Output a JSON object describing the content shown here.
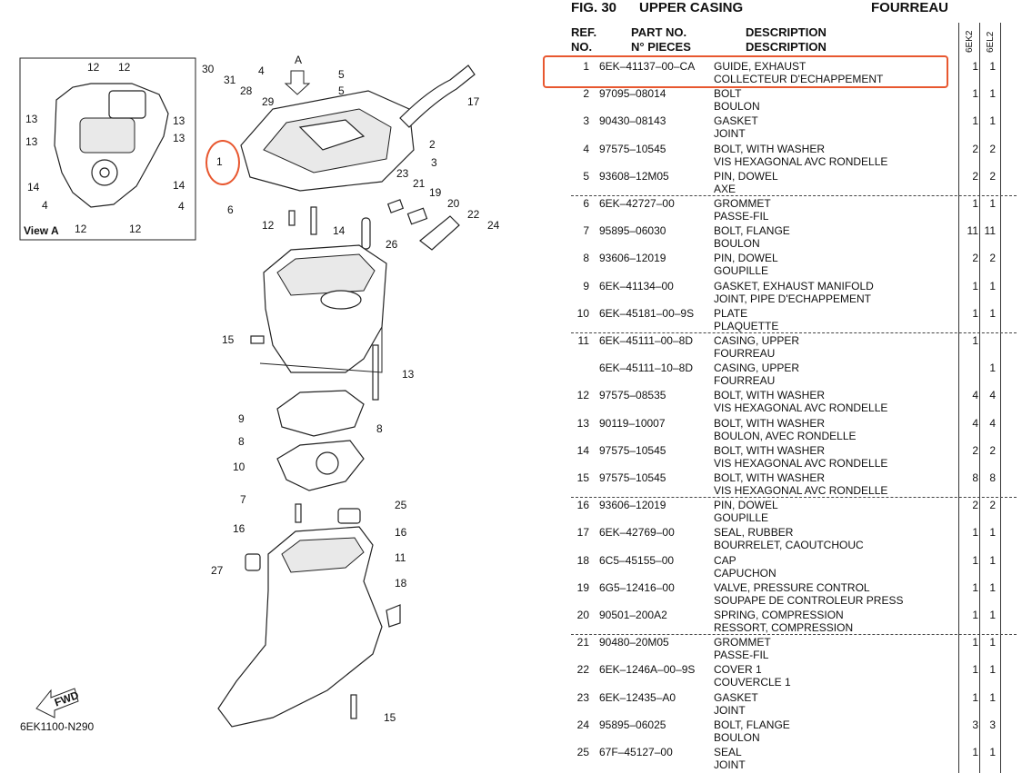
{
  "figure": {
    "number_label": "FIG.  30",
    "title": "UPPER CASING",
    "title_fr": "FOURREAU"
  },
  "columns": {
    "ref": "REF.",
    "no": "NO.",
    "part_no": "PART NO.",
    "part_no_fr": "N° PIECES",
    "description": "DESCRIPTION",
    "description_fr": "DESCRIPTION",
    "model_a": "6EK2",
    "model_b": "6EL2"
  },
  "diagram": {
    "inset_caption": "View A",
    "arrow_label": "A",
    "fwd_label": "FWD",
    "drawing_code": "6EK1100-N290",
    "callouts": [
      "30",
      "31",
      "28",
      "29",
      "4",
      "5",
      "5",
      "17",
      "1",
      "2",
      "3",
      "23",
      "21",
      "19",
      "20",
      "22",
      "24",
      "6",
      "12",
      "14",
      "26",
      "15",
      "13",
      "9",
      "8",
      "8",
      "10",
      "7",
      "25",
      "16",
      "16",
      "27",
      "11",
      "18",
      "15"
    ],
    "inset_callouts": [
      "12",
      "12",
      "13",
      "13",
      "13",
      "13",
      "14",
      "14",
      "4",
      "4",
      "12",
      "12"
    ]
  },
  "parts": [
    {
      "ref": "1",
      "part_no": "6EK–41137–00–CA",
      "desc_en": "GUIDE, EXHAUST",
      "desc_fr": "COLLECTEUR D'ECHAPPEMENT",
      "qty_a": "1",
      "qty_b": "1"
    },
    {
      "ref": "2",
      "part_no": "97095–08014",
      "desc_en": "BOLT",
      "desc_fr": "BOULON",
      "qty_a": "1",
      "qty_b": "1"
    },
    {
      "ref": "3",
      "part_no": "90430–08143",
      "desc_en": "GASKET",
      "desc_fr": "JOINT",
      "qty_a": "1",
      "qty_b": "1"
    },
    {
      "ref": "4",
      "part_no": "97575–10545",
      "desc_en": "BOLT, WITH WASHER",
      "desc_fr": "VIS HEXAGONAL AVC RONDELLE",
      "qty_a": "2",
      "qty_b": "2"
    },
    {
      "ref": "5",
      "part_no": "93608–12M05",
      "desc_en": "PIN, DOWEL",
      "desc_fr": "AXE",
      "qty_a": "2",
      "qty_b": "2"
    },
    {
      "ref": "6",
      "part_no": "6EK–42727–00",
      "desc_en": "GROMMET",
      "desc_fr": "PASSE-FIL",
      "qty_a": "1",
      "qty_b": "1"
    },
    {
      "ref": "7",
      "part_no": "95895–06030",
      "desc_en": "BOLT, FLANGE",
      "desc_fr": "BOULON",
      "qty_a": "11",
      "qty_b": "11"
    },
    {
      "ref": "8",
      "part_no": "93606–12019",
      "desc_en": "PIN, DOWEL",
      "desc_fr": "GOUPILLE",
      "qty_a": "2",
      "qty_b": "2"
    },
    {
      "ref": "9",
      "part_no": "6EK–41134–00",
      "desc_en": "GASKET, EXHAUST MANIFOLD",
      "desc_fr": "JOINT, PIPE D'ECHAPPEMENT",
      "qty_a": "1",
      "qty_b": "1"
    },
    {
      "ref": "10",
      "part_no": "6EK–45181–00–9S",
      "desc_en": "PLATE",
      "desc_fr": "PLAQUETTE",
      "qty_a": "1",
      "qty_b": "1"
    },
    {
      "ref": "11",
      "part_no": "6EK–45111–00–8D",
      "desc_en": "CASING, UPPER",
      "desc_fr": "FOURREAU",
      "qty_a": "1",
      "qty_b": ""
    },
    {
      "ref": "",
      "part_no": "6EK–45111–10–8D",
      "desc_en": "CASING, UPPER",
      "desc_fr": "FOURREAU",
      "qty_a": "",
      "qty_b": "1"
    },
    {
      "ref": "12",
      "part_no": "97575–08535",
      "desc_en": "BOLT, WITH WASHER",
      "desc_fr": "VIS HEXAGONAL AVC RONDELLE",
      "qty_a": "4",
      "qty_b": "4"
    },
    {
      "ref": "13",
      "part_no": "90119–10007",
      "desc_en": "BOLT, WITH WASHER",
      "desc_fr": "BOULON, AVEC RONDELLE",
      "qty_a": "4",
      "qty_b": "4"
    },
    {
      "ref": "14",
      "part_no": "97575–10545",
      "desc_en": "BOLT, WITH WASHER",
      "desc_fr": "VIS HEXAGONAL AVC RONDELLE",
      "qty_a": "2",
      "qty_b": "2"
    },
    {
      "ref": "15",
      "part_no": "97575–10545",
      "desc_en": "BOLT, WITH WASHER",
      "desc_fr": "VIS HEXAGONAL AVC RONDELLE",
      "qty_a": "8",
      "qty_b": "8"
    },
    {
      "ref": "16",
      "part_no": "93606–12019",
      "desc_en": "PIN, DOWEL",
      "desc_fr": "GOUPILLE",
      "qty_a": "2",
      "qty_b": "2"
    },
    {
      "ref": "17",
      "part_no": "6EK–42769–00",
      "desc_en": "SEAL, RUBBER",
      "desc_fr": "BOURRELET, CAOUTCHOUC",
      "qty_a": "1",
      "qty_b": "1"
    },
    {
      "ref": "18",
      "part_no": "6C5–45155–00",
      "desc_en": "CAP",
      "desc_fr": "CAPUCHON",
      "qty_a": "1",
      "qty_b": "1"
    },
    {
      "ref": "19",
      "part_no": "6G5–12416–00",
      "desc_en": "VALVE, PRESSURE CONTROL",
      "desc_fr": "SOUPAPE DE CONTROLEUR PRESS",
      "qty_a": "1",
      "qty_b": "1"
    },
    {
      "ref": "20",
      "part_no": "90501–200A2",
      "desc_en": "SPRING, COMPRESSION",
      "desc_fr": "RESSORT, COMPRESSION",
      "qty_a": "1",
      "qty_b": "1"
    },
    {
      "ref": "21",
      "part_no": "90480–20M05",
      "desc_en": "GROMMET",
      "desc_fr": "PASSE-FIL",
      "qty_a": "1",
      "qty_b": "1"
    },
    {
      "ref": "22",
      "part_no": "6EK–1246A–00–9S",
      "desc_en": "COVER 1",
      "desc_fr": "COUVERCLE 1",
      "qty_a": "1",
      "qty_b": "1"
    },
    {
      "ref": "23",
      "part_no": "6EK–12435–A0",
      "desc_en": "GASKET",
      "desc_fr": "JOINT",
      "qty_a": "1",
      "qty_b": "1"
    },
    {
      "ref": "24",
      "part_no": "95895–06025",
      "desc_en": "BOLT, FLANGE",
      "desc_fr": "BOULON",
      "qty_a": "3",
      "qty_b": "3"
    },
    {
      "ref": "25",
      "part_no": "67F–45127–00",
      "desc_en": "SEAL",
      "desc_fr": "JOINT",
      "qty_a": "1",
      "qty_b": "1"
    }
  ],
  "colors": {
    "highlight": "#e8572f",
    "ink": "#111111"
  }
}
